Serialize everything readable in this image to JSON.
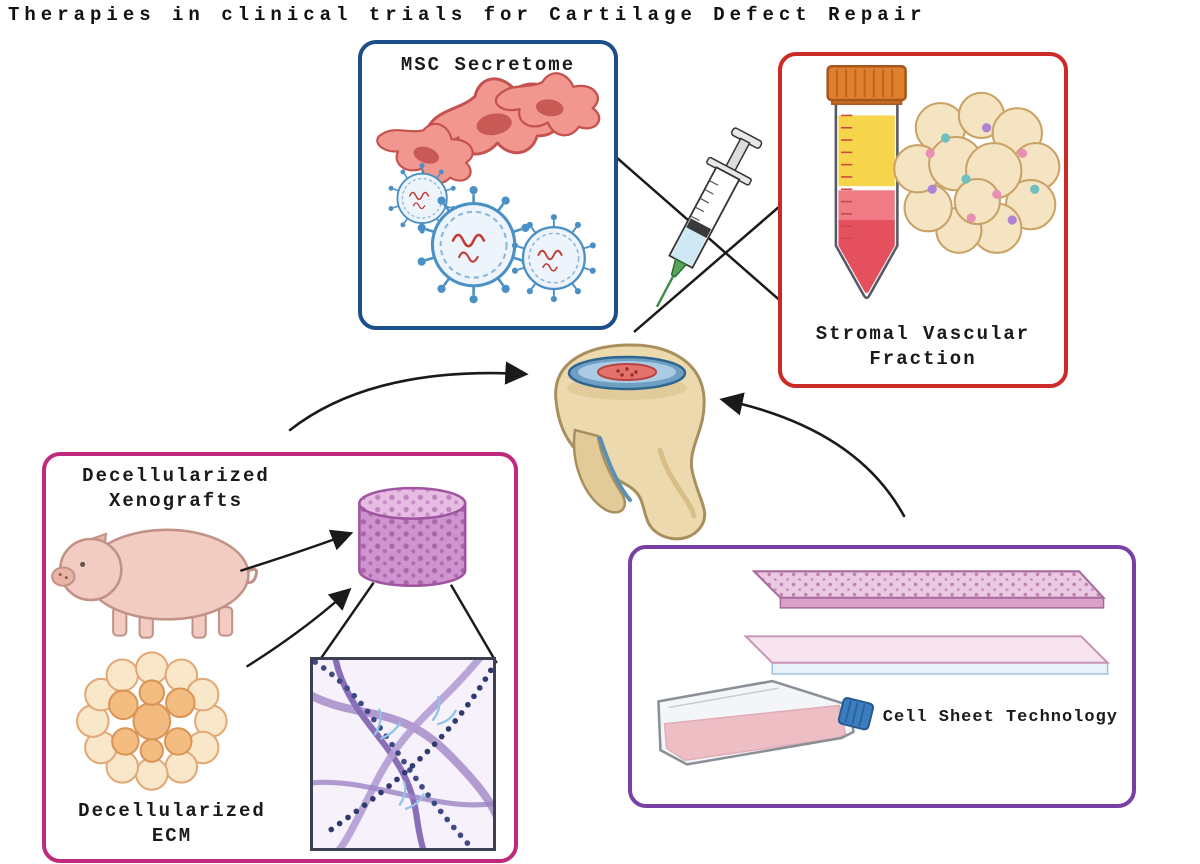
{
  "title": "Therapies in clinical trials for Cartilage Defect Repair",
  "panels": {
    "msc_secretome": {
      "label": "MSC Secretome",
      "border_color": "#1c4e89"
    },
    "stromal_vascular_fraction": {
      "label": "Stromal Vascular Fraction",
      "border_color": "#cc2a24"
    },
    "decellularized": {
      "xenografts_label": "Decellularized Xenografts",
      "ecm_label": "Decellularized ECM",
      "border_color": "#bf2a7e"
    },
    "cell_sheet": {
      "label": "Cell Sheet Technology",
      "border_color": "#7a3fa2"
    }
  },
  "icons": {
    "syringe": "syringe-icon",
    "joint": "shoulder-joint-icon",
    "msc_cells": "msc-cells-icon",
    "exosomes": "exosome-icon",
    "centrifuge_tube": "centrifuge-tube-icon",
    "adipose_cluster": "adipose-cells-icon",
    "pig": "pig-icon",
    "ecm_cluster": "decellularized-ecm-icon",
    "scaffold": "scaffold-icon",
    "fibers_inset": "collagen-fibers-icon",
    "cell_sheets": "cell-sheet-layers-icon",
    "culture_flask": "culture-flask-icon"
  },
  "colors": {
    "background": "#ffffff",
    "arrow": "#1a1a1a"
  }
}
